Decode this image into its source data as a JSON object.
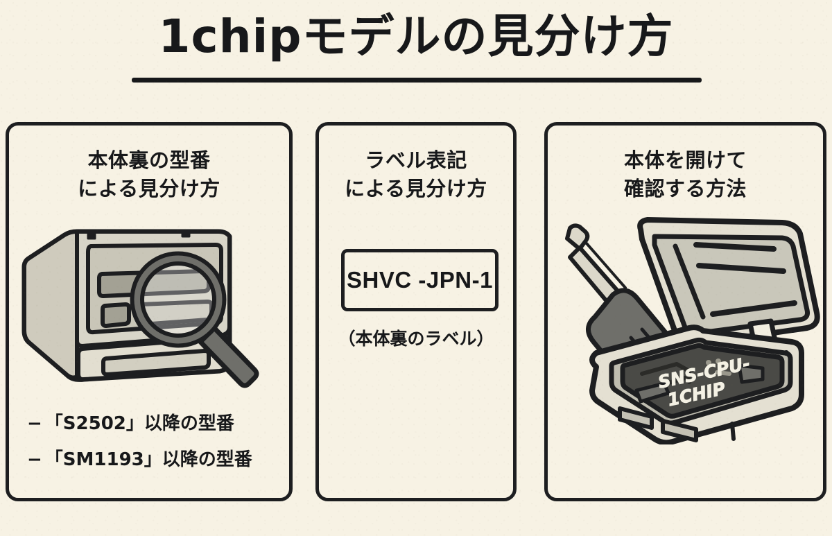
{
  "page": {
    "background_color": "#f7f2e4",
    "ink_color": "#17181a"
  },
  "header": {
    "title": "1chipモデルの見分け方"
  },
  "panels": [
    {
      "id": "model-number",
      "heading_line1": "本体裏の型番",
      "heading_line2": "による見分け方",
      "illustration": "console-bottom-with-magnifier",
      "bullets": [
        {
          "dash": "−",
          "text": "「S2502」以降の型番"
        },
        {
          "dash": "−",
          "text": "「SM1193」以降の型番"
        }
      ]
    },
    {
      "id": "label-marking",
      "heading_line1": "ラベル表記",
      "heading_line2": "による見分け方",
      "label_box_text": "SHVC -JPN-1",
      "caption": "（本体裏のラベル）"
    },
    {
      "id": "open-the-console",
      "heading_line1": "本体を開けて",
      "heading_line2": "確認する方法",
      "illustration": "opened-console-with-screwdriver",
      "board_text_line1": "SNS-CPU-",
      "board_text_line2": "1CHIP"
    }
  ],
  "colors": {
    "paper": "#f7f2e4",
    "ink": "#17181a",
    "console_light": "#d7d5c9",
    "console_mid": "#b9b7aa",
    "console_dark": "#9a988c",
    "board_dark": "#4a4a46",
    "metal": "#6f6f6a"
  }
}
